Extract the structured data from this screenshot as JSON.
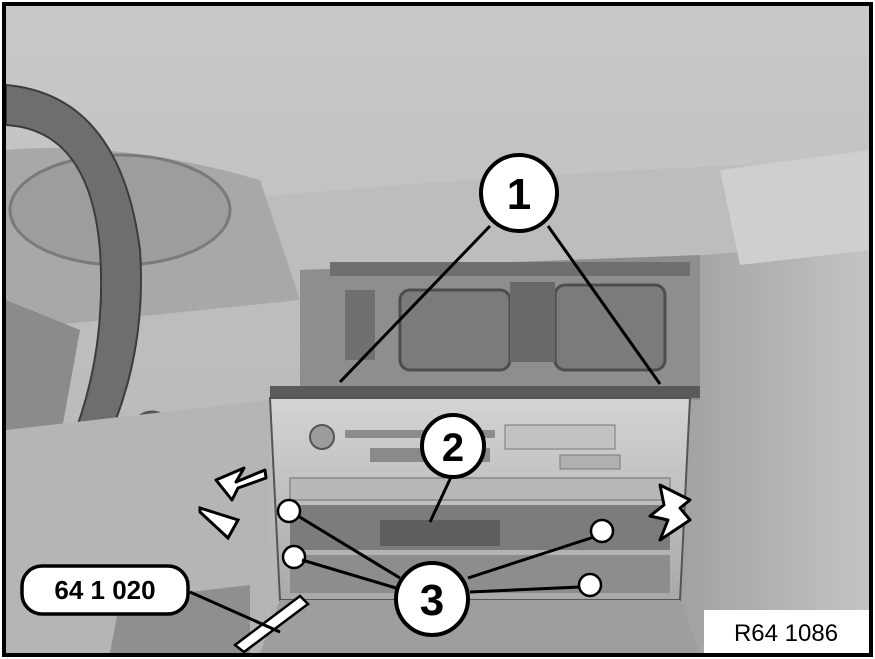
{
  "callouts": [
    {
      "label": "1"
    },
    {
      "label": "2"
    },
    {
      "label": "3"
    }
  ],
  "tool_number": "64 1 020",
  "figure_ref": "R64 1086"
}
